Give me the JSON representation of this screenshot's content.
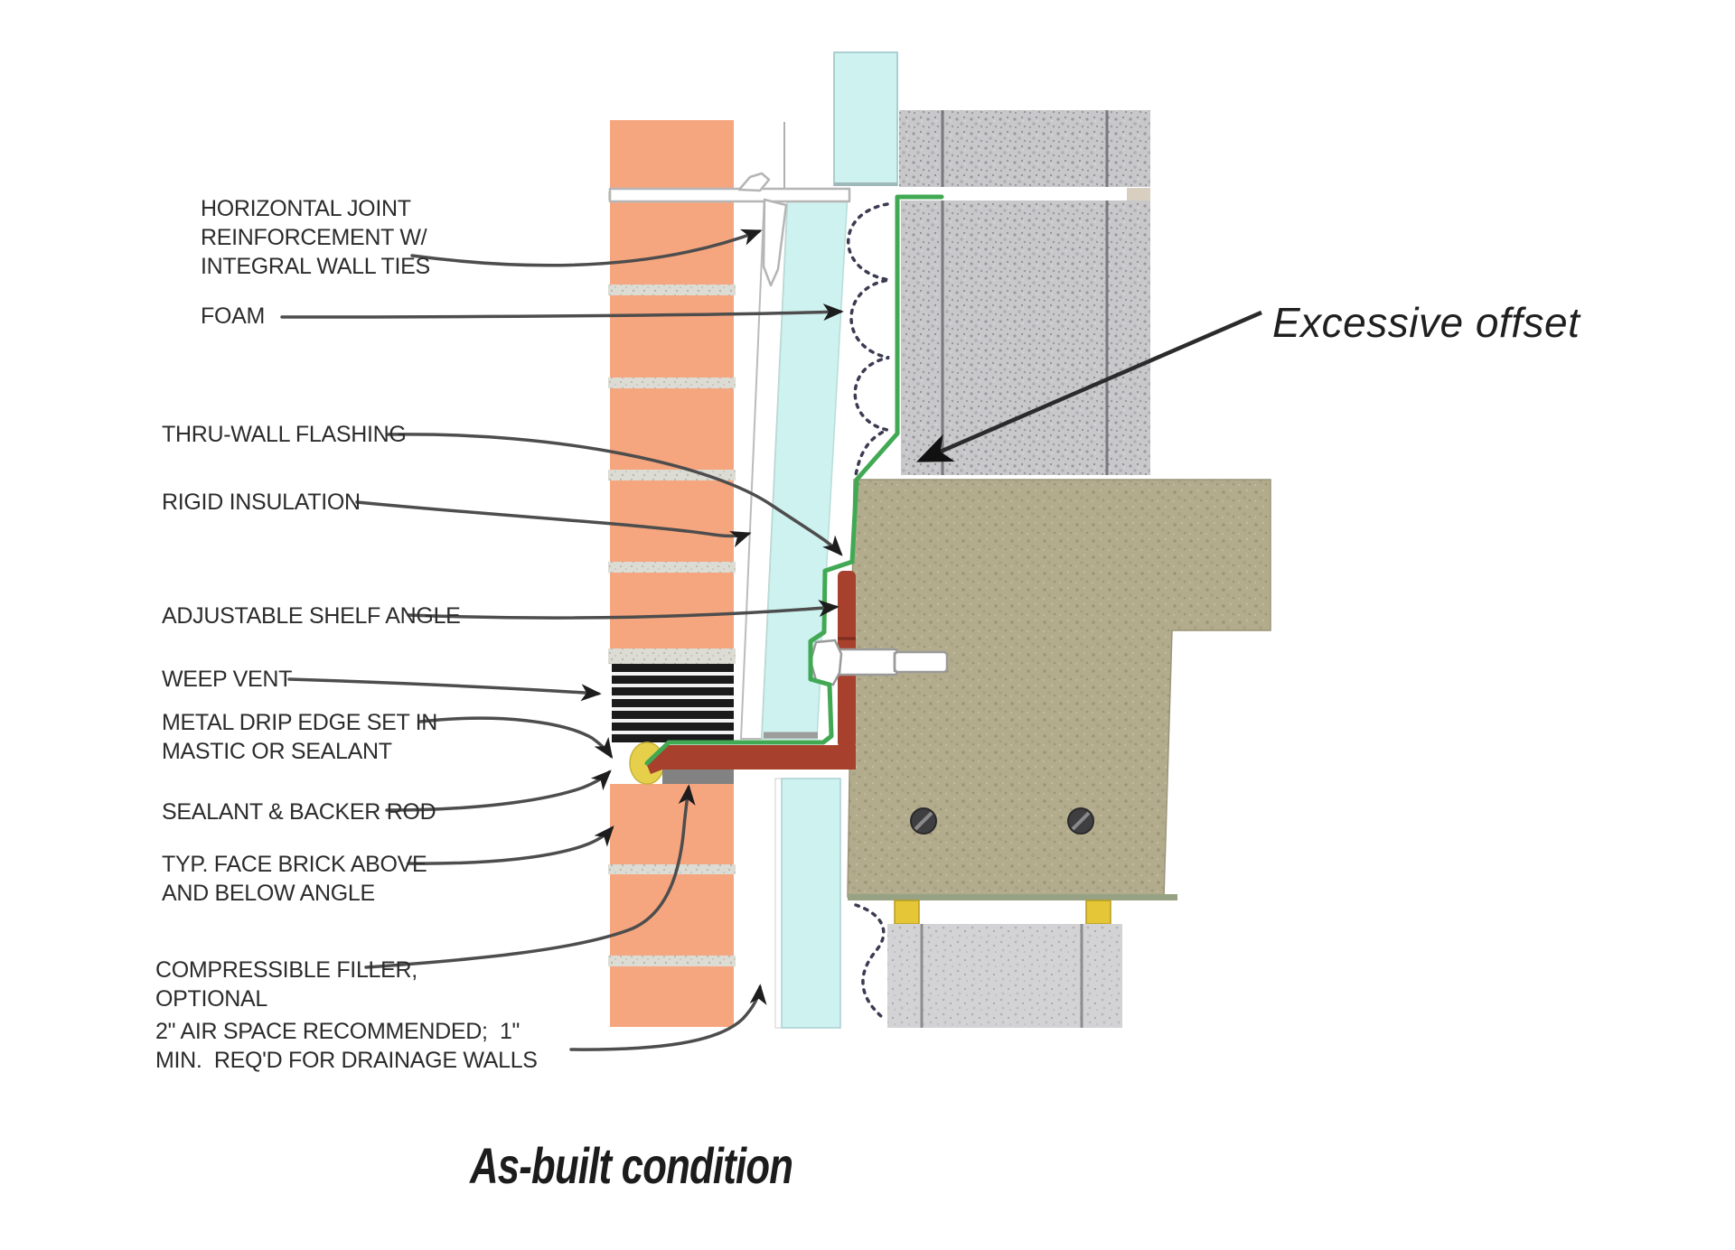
{
  "figure": {
    "title": "As-built condition",
    "annotation": "Excessive offset"
  },
  "callouts": {
    "horizontal_joint_reinforcement": "HORIZONTAL JOINT\nREINFORCEMENT W/\nINTEGRAL WALL TIES",
    "foam": "FOAM",
    "thru_wall_flashing": "THRU-WALL FLASHING",
    "rigid_insulation": "RIGID INSULATION",
    "adjustable_shelf_angle": "ADJUSTABLE SHELF ANGLE",
    "weep_vent": "WEEP VENT",
    "metal_drip_edge": "METAL DRIP EDGE SET IN\nMASTIC OR SEALANT",
    "sealant_backer_rod": "SEALANT & BACKER ROD",
    "typ_face_brick": "TYP. FACE BRICK ABOVE\nAND BELOW ANGLE",
    "compressible_filler": "COMPRESSIBLE FILLER,\nOPTIONAL",
    "air_space": "2\" AIR SPACE RECOMMENDED;  1\"\nMIN.  REQ'D FOR DRAINAGE WALLS"
  },
  "colors": {
    "brick_salmon": "#F6A67F",
    "mortar_gray": "#DCDCD4",
    "insulation_cyan": "#CDF2EF",
    "cmu_gray": "#C8C7C9",
    "cmu_light": "#D3D3D5",
    "slab_tan": "#B3AC8C",
    "flashing_green": "#41A953",
    "shelf_angle_red": "#A7402C",
    "sealant_yellow": "#E5CF4B",
    "shim_yellow": "#E4C636",
    "weep_vent_black": "#1B1B1B",
    "filler_gray": "#828282",
    "leader_line": "#4D4D4D",
    "text": "#2C2C2C"
  }
}
